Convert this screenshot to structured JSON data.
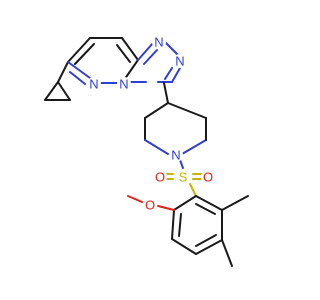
{
  "diagram": {
    "atoms": {
      "n_triazole_top": "N",
      "n_triazole_right": "N",
      "n_bridge": "N",
      "n_pyridazine": "N",
      "n_piperidine": "N",
      "sulfur": "S",
      "o_sulfonyl_left": "O",
      "o_sulfonyl_right": "O",
      "o_methoxy": "O"
    },
    "colors": {
      "bond": "#1a1a1a",
      "nitrogen": "#2f3fd0",
      "sulfur": "#c8b400",
      "oxygen": "#e0241b",
      "background": "#ffffff"
    }
  }
}
